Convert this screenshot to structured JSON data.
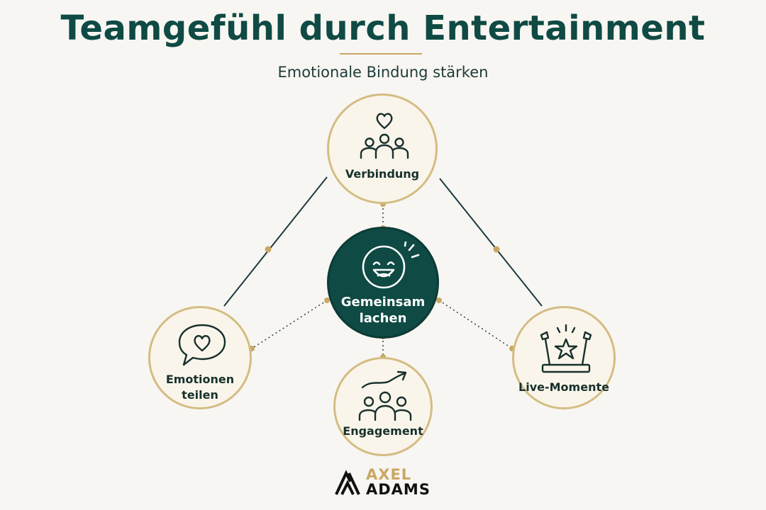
{
  "header": {
    "title": "Teamgefühl durch Entertainment",
    "subtitle": "Emotionale Bindung stärken"
  },
  "colors": {
    "dark_green": "#0f4a44",
    "gold": "#c9a864",
    "background": "#f8f6f2"
  },
  "nodes": {
    "top": {
      "label": "Verbindung",
      "icon": "people-heart-icon"
    },
    "center": {
      "label_line1": "Gemeinsam",
      "label_line2": "lachen",
      "icon": "laughing-face-icon"
    },
    "left": {
      "label_line1": "Emotionen",
      "label_line2": "teilen",
      "icon": "speech-bubble-heart-icon"
    },
    "bottom": {
      "label": "Engagement",
      "icon": "people-trend-arrow-icon"
    },
    "right": {
      "label": "Live-Momente",
      "icon": "stage-star-icon"
    }
  },
  "logo": {
    "line1": "AXEL",
    "line2": "ADAMS"
  }
}
